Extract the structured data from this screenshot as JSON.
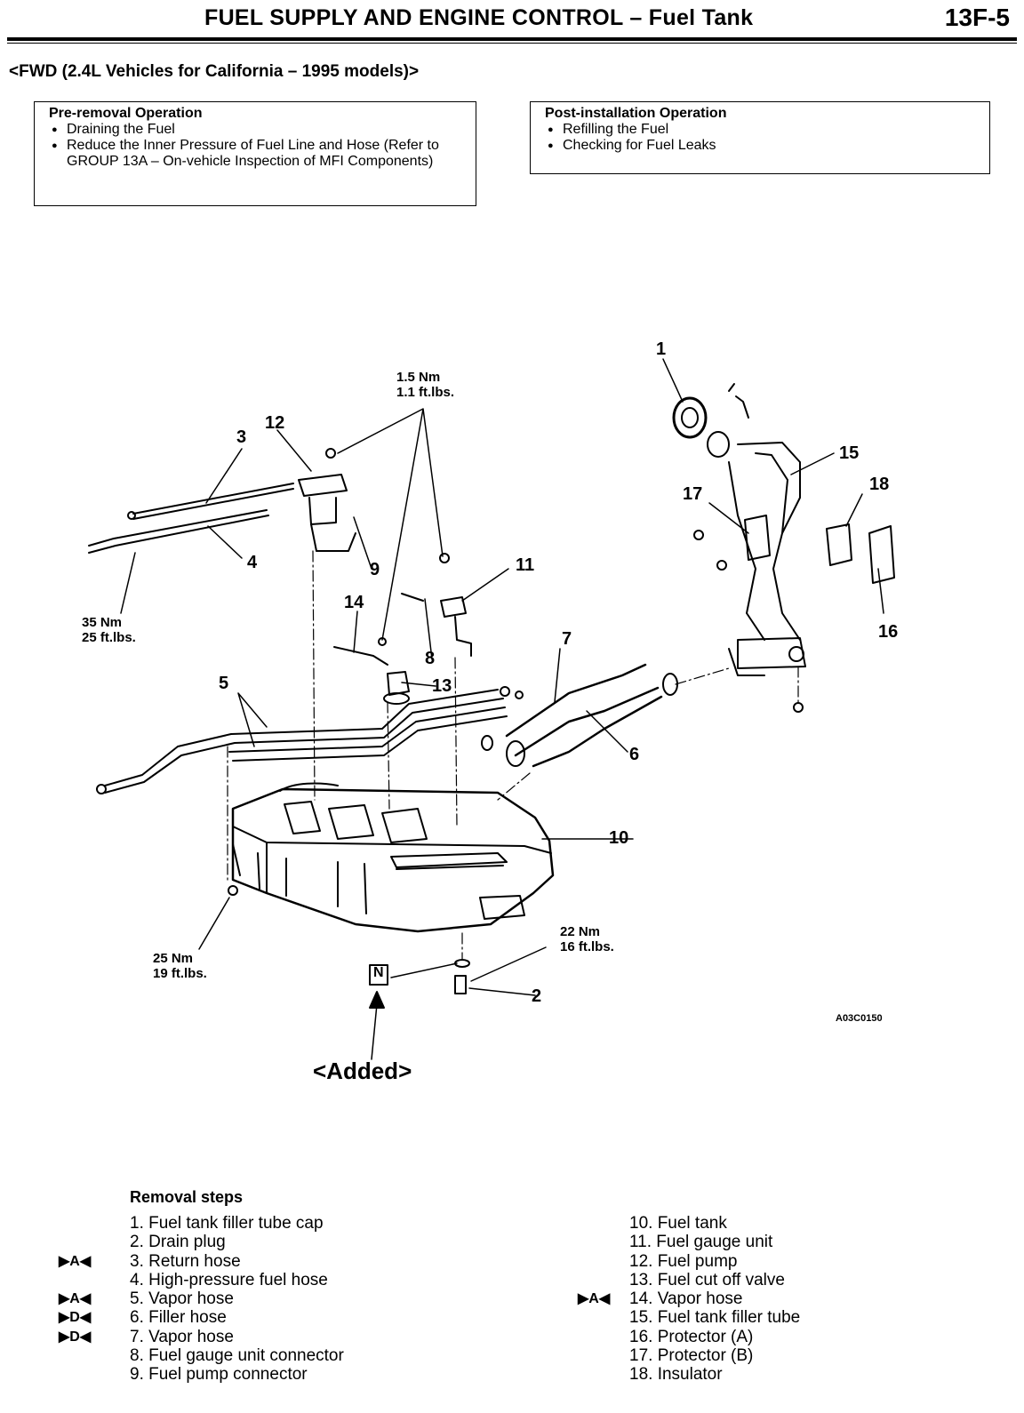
{
  "header": {
    "title": "FUEL SUPPLY AND ENGINE CONTROL – Fuel Tank",
    "page": "13F-5"
  },
  "subtitle": "<FWD (2.4L Vehicles for California – 1995 models)>",
  "pre_removal": {
    "title": "Pre-removal Operation",
    "items": [
      "Draining the Fuel",
      "Reduce the Inner Pressure of Fuel Line and Hose (Refer to GROUP 13A – On-vehicle Inspection of MFI Components)"
    ]
  },
  "post_installation": {
    "title": "Post-installation Operation",
    "items": [
      "Refilling the Fuel",
      "Checking for Fuel Leaks"
    ]
  },
  "diagram": {
    "labels": [
      "1",
      "2",
      "3",
      "4",
      "5",
      "6",
      "7",
      "8",
      "9",
      "10",
      "11",
      "12",
      "13",
      "14",
      "15",
      "16",
      "17",
      "18"
    ],
    "torques": {
      "t1": [
        "1.5 Nm",
        "1.1 ft.lbs."
      ],
      "t2": [
        "35 Nm",
        "25 ft.lbs."
      ],
      "t3": [
        "25 Nm",
        "19 ft.lbs."
      ],
      "t4": [
        "22 Nm",
        "16 ft.lbs."
      ]
    },
    "figure_code": "A03C0150",
    "added_mark": "N",
    "added_label": "<Added>"
  },
  "removal": {
    "title": "Removal steps",
    "left": [
      {
        "mark": "",
        "text": "1. Fuel tank filler tube cap"
      },
      {
        "mark": "",
        "text": "2. Drain plug"
      },
      {
        "mark": "▶A◀",
        "text": "3. Return hose"
      },
      {
        "mark": "",
        "text": "4. High-pressure fuel hose"
      },
      {
        "mark": "▶A◀",
        "text": "5. Vapor hose"
      },
      {
        "mark": "▶D◀",
        "text": "6. Filler hose"
      },
      {
        "mark": "▶D◀",
        "text": "7. Vapor hose"
      },
      {
        "mark": "",
        "text": "8. Fuel gauge unit connector"
      },
      {
        "mark": "",
        "text": "9. Fuel pump connector"
      }
    ],
    "right": [
      {
        "mark": "",
        "text": "10. Fuel tank"
      },
      {
        "mark": "",
        "text": "11. Fuel gauge unit"
      },
      {
        "mark": "",
        "text": "12. Fuel pump"
      },
      {
        "mark": "",
        "text": "13. Fuel cut off valve"
      },
      {
        "mark": "▶A◀",
        "text": "14. Vapor hose"
      },
      {
        "mark": "",
        "text": "15. Fuel tank filler tube"
      },
      {
        "mark": "",
        "text": "16. Protector (A)"
      },
      {
        "mark": "",
        "text": "17. Protector (B)"
      },
      {
        "mark": "",
        "text": "18. Insulator"
      }
    ]
  }
}
